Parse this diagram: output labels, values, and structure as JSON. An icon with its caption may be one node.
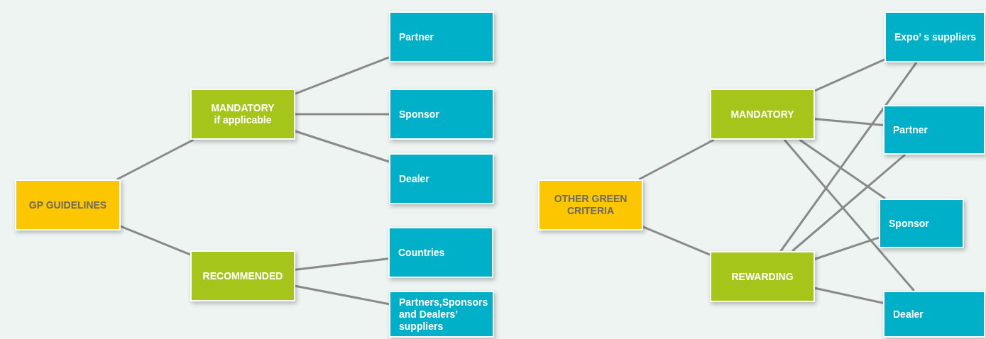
{
  "diagram": {
    "nodes": [
      {
        "text": [
          "GP GUIDELINES"
        ]
      },
      {
        "text": [
          "MANDATORY",
          "if applicable"
        ]
      },
      {
        "text": [
          "RECOMMENDED"
        ]
      },
      {
        "text": [
          "Partner"
        ]
      },
      {
        "text": [
          "Sponsor"
        ]
      },
      {
        "text": [
          "Dealer"
        ]
      },
      {
        "text": [
          "Countries"
        ]
      },
      {
        "text": [
          "Partners,Sponsors and Dealers’ suppliers"
        ]
      },
      {
        "text": [
          "OTHER GREEN CRITERIA"
        ]
      },
      {
        "text": [
          "MANDATORY"
        ]
      },
      {
        "text": [
          "REWARDING"
        ]
      },
      {
        "text": [
          "Expo’ s suppliers"
        ]
      },
      {
        "text": [
          "Partner"
        ]
      },
      {
        "text": [
          "Sponsor"
        ]
      },
      {
        "text": [
          "Dealer"
        ]
      }
    ],
    "edges": [
      {
        "from": 0,
        "to": 1,
        "arrow": "none"
      },
      {
        "from": 0,
        "to": 2,
        "arrow": "none"
      },
      {
        "from": 1,
        "to": 3,
        "arrow": "none"
      },
      {
        "from": 1,
        "to": 4,
        "arrow": "none"
      },
      {
        "from": 1,
        "to": 5,
        "arrow": "none"
      },
      {
        "from": 2,
        "to": 6,
        "arrow": "none"
      },
      {
        "from": 2,
        "to": 7,
        "arrow": "none"
      },
      {
        "from": 8,
        "to": 9,
        "arrow": "none"
      },
      {
        "from": 8,
        "to": 10,
        "arrow": "none"
      },
      {
        "from": 9,
        "to": 11,
        "arrow": "none"
      },
      {
        "from": 9,
        "to": 12,
        "arrow": "none"
      },
      {
        "from": 9,
        "to": 13,
        "arrow": "none"
      },
      {
        "from": 9,
        "to": 14,
        "arrow": "none"
      },
      {
        "from": 10,
        "to": 11,
        "arrow": "none"
      },
      {
        "from": 10,
        "to": 12,
        "arrow": "none"
      },
      {
        "from": 10,
        "to": 13,
        "arrow": "none"
      },
      {
        "from": 10,
        "to": 14,
        "arrow": "none"
      }
    ]
  }
}
